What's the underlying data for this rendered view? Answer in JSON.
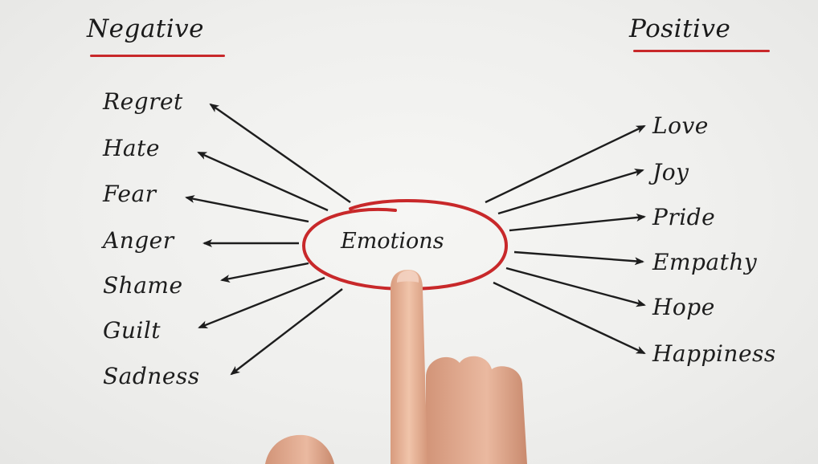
{
  "negative": {
    "title": "Negative",
    "items": [
      "Regret",
      "Hate",
      "Fear",
      "Anger",
      "Shame",
      "Guilt",
      "Sadness"
    ]
  },
  "positive": {
    "title": "Positive",
    "items": [
      "Love",
      "Joy",
      "Pride",
      "Empathy",
      "Hope",
      "Happiness"
    ]
  },
  "center": {
    "label": "Emotions"
  },
  "colors": {
    "accent_red": "#c8282a",
    "ink": "#1d1d1d",
    "skin": "#e8b99a"
  }
}
